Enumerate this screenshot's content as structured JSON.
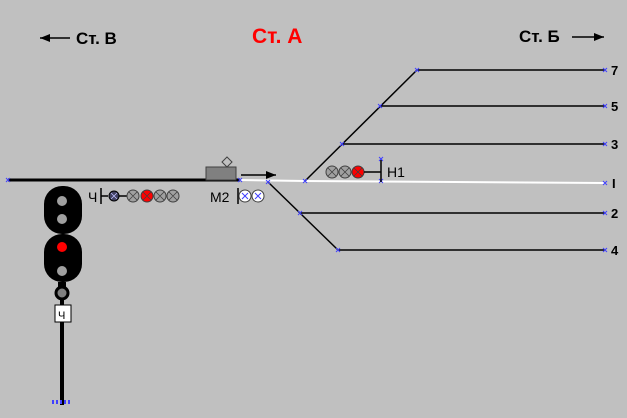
{
  "station": {
    "title": "Ст. А",
    "title_color": "#ff0000",
    "left_direction": "Ст. В",
    "right_direction": "Ст. Б"
  },
  "tracks": {
    "track_7": "7",
    "track_5": "5",
    "track_3": "3",
    "track_1": "I",
    "track_2": "2",
    "track_4": "4"
  },
  "signals": {
    "entrance_signal": "Ч",
    "shunting_signal": "М2",
    "exit_signal": "Н1"
  },
  "colors": {
    "background": "#c0c0c0",
    "track_line": "#000000",
    "route_set": "#ffffff",
    "lamp_red": "#ff0000",
    "lamp_off": "#a0a0a0",
    "node_marker": "#4040ff"
  }
}
